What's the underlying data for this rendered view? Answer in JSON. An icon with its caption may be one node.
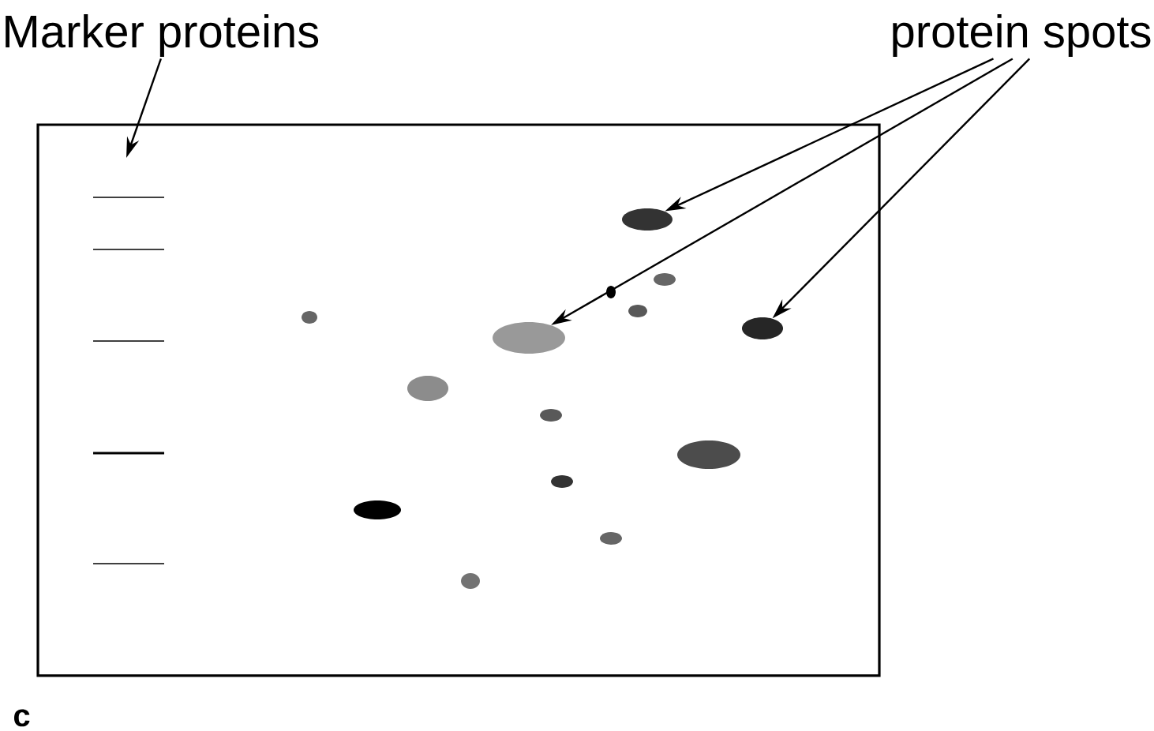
{
  "diagram": {
    "nodes": [
      {
        "text": [
          "Marker proteins"
        ]
      },
      {
        "text": [
          "protein spots"
        ]
      },
      {
        "text": [],
        "shape": "ellipse"
      },
      {
        "text": [],
        "shape": "ellipse"
      },
      {
        "text": [],
        "shape": "ellipse"
      }
    ],
    "edges": [
      {
        "from": 0,
        "to": null,
        "arrow": "to"
      },
      {
        "from": 1,
        "to": 2,
        "arrow": "to"
      },
      {
        "from": 1,
        "to": 3,
        "arrow": "to"
      },
      {
        "from": 1,
        "to": 4,
        "arrow": "to"
      }
    ],
    "labels": [
      "c"
    ]
  }
}
